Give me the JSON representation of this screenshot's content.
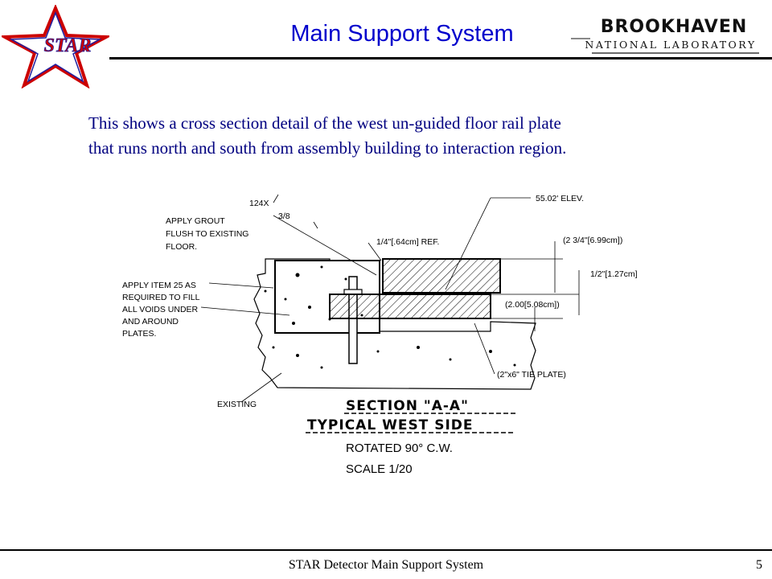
{
  "header": {
    "logo_text": "STAR",
    "title": "Main Support System",
    "institution_name": "BROOKHAVEN",
    "institution_sub": "NATIONAL LABORATORY"
  },
  "description": {
    "line1": "This shows a cross section detail of the west un-guided floor rail plate",
    "line2": "that runs north and south from assembly building to interaction region."
  },
  "drawing": {
    "weld_count": "124X",
    "weld_size": "3/8",
    "note_grout_1": "APPLY GROUT",
    "note_grout_2": "FLUSH TO EXISTING",
    "note_grout_3": "FLOOR.",
    "note_item_1": "APPLY ITEM 25 AS",
    "note_item_2": "REQUIRED TO FILL",
    "note_item_3": "ALL VOIDS UNDER",
    "note_item_4": "AND AROUND",
    "note_item_5": "PLATES.",
    "note_existing": "EXISTING",
    "dim_ref": "1/4\"[.64cm] REF.",
    "dim_elev": "55.02' ELEV.",
    "dim_top_plate": "(2 3/4\"[6.99cm])",
    "dim_half": "1/2\"[1.27cm]",
    "dim_bottom_plate": "(2.00[5.08cm])",
    "dim_tie_plate": "(2\"x6\" TIE PLATE)",
    "section_title": "SECTION \"A-A\"",
    "section_subtitle": "TYPICAL WEST SIDE",
    "rotation": "ROTATED 90° C.W.",
    "scale": "SCALE 1/20"
  },
  "footer": {
    "text": "STAR Detector Main Support System",
    "page": "5"
  }
}
